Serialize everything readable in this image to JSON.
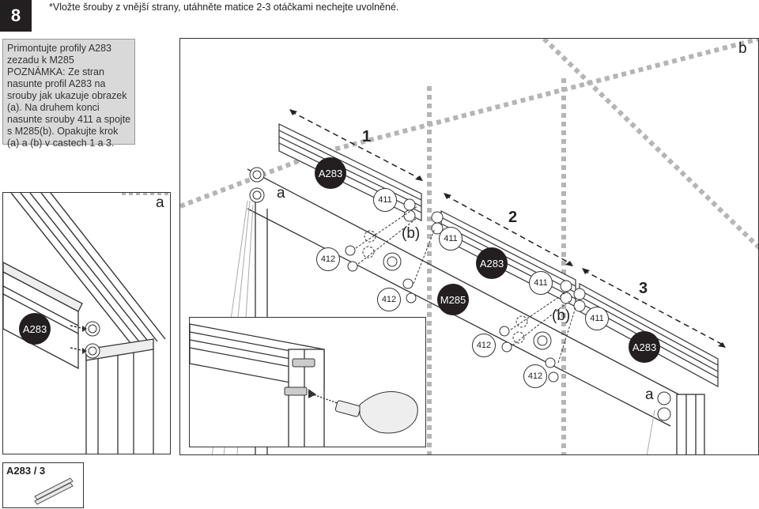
{
  "step": "8",
  "note": "*Vložte šrouby z vnější strany, utáhněte matice 2-3 otáčkami nechejte uvolněné.",
  "instruction": "Primontujte profily A283 zezadu k M285 POZNÁMKA: Ze stran nasunte profil A283 na srouby jak ukazuje obrazek (a). Na druhem konci nasunte srouby 411 a spojte s M285(b). Opakujte krok (a) a (b) v castech 1 a 3.",
  "labels": {
    "panel_a": "a",
    "panel_b": "b",
    "main_a_top": "a",
    "main_a_bottom": "a",
    "b1": "(b)",
    "b2": "(b)"
  },
  "steps": {
    "s1": "1",
    "s2": "2",
    "s3": "3"
  },
  "parts": {
    "a283": "A283",
    "m285": "M285",
    "p411": "411",
    "p412": "412"
  },
  "parts_box": {
    "label": "A283 / 3"
  },
  "colors": {
    "dark": "#231f20",
    "grey_dash": "#b5b5b5",
    "panel_bg": "#d9d9d9"
  }
}
